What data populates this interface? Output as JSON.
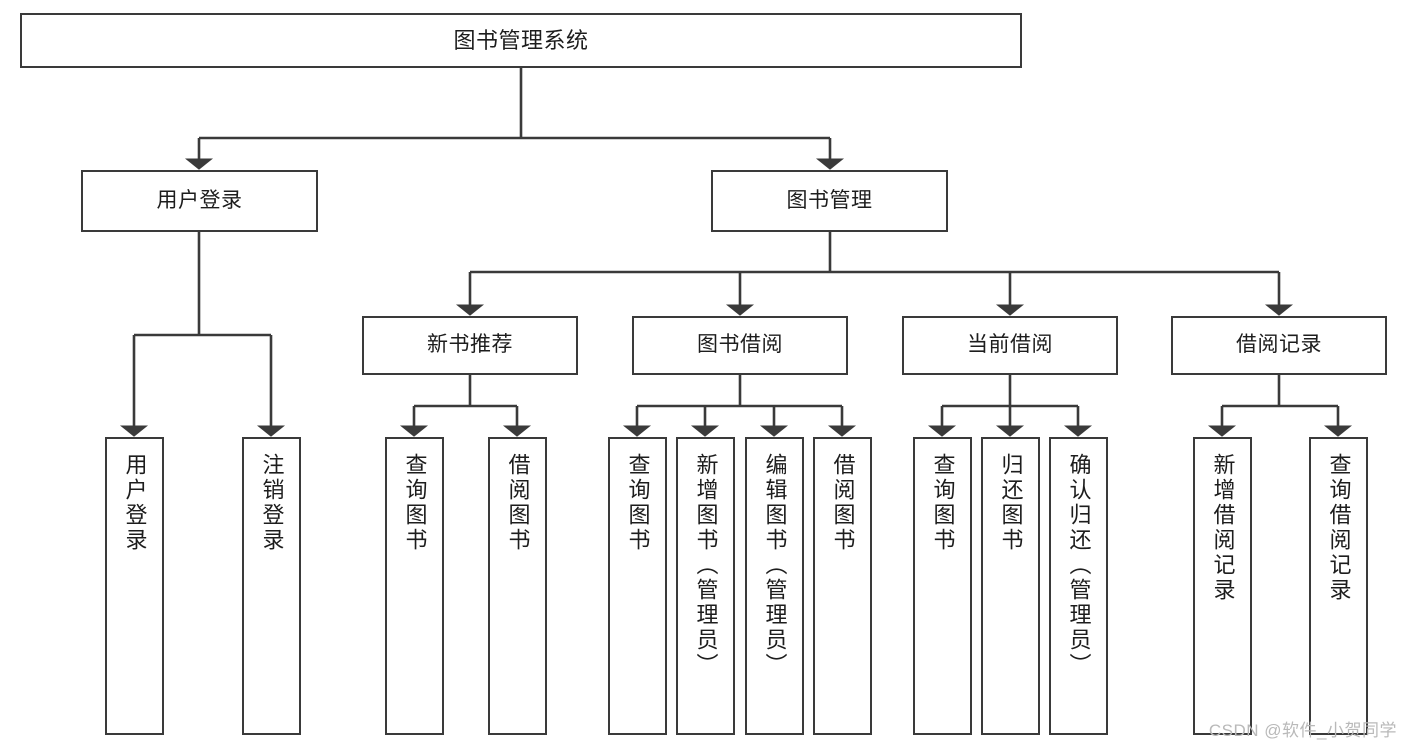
{
  "diagram": {
    "type": "tree",
    "title_node": "图书管理系统",
    "watermark": "CSDN @软件_小贺同学",
    "colors": {
      "box_border": "#3a3a3a",
      "box_fill": "#ffffff",
      "edge": "#3a3a3a",
      "text": "#1d1d1d",
      "watermark": "#b9b9b9"
    },
    "root": {
      "label": "图书管理系统"
    },
    "level2": [
      {
        "label": "用户登录"
      },
      {
        "label": "图书管理"
      }
    ],
    "level3": [
      {
        "label": "新书推荐"
      },
      {
        "label": "图书借阅"
      },
      {
        "label": "当前借阅"
      },
      {
        "label": "借阅记录"
      }
    ],
    "leaves": {
      "user_login": [
        {
          "label": "用户登录"
        },
        {
          "label": "注销登录"
        }
      ],
      "new_book": [
        {
          "label": "查询图书"
        },
        {
          "label": "借阅图书"
        }
      ],
      "book_borrow": [
        {
          "label": "查询图书"
        },
        {
          "label": "新增图书（管理员）"
        },
        {
          "label": "编辑图书（管理员）"
        },
        {
          "label": "借阅图书"
        }
      ],
      "current_borrow": [
        {
          "label": "查询图书"
        },
        {
          "label": "归还图书"
        },
        {
          "label": "确认归还（管理员）"
        }
      ],
      "borrow_record": [
        {
          "label": "新增借阅记录"
        },
        {
          "label": "查询借阅记录"
        }
      ]
    }
  }
}
